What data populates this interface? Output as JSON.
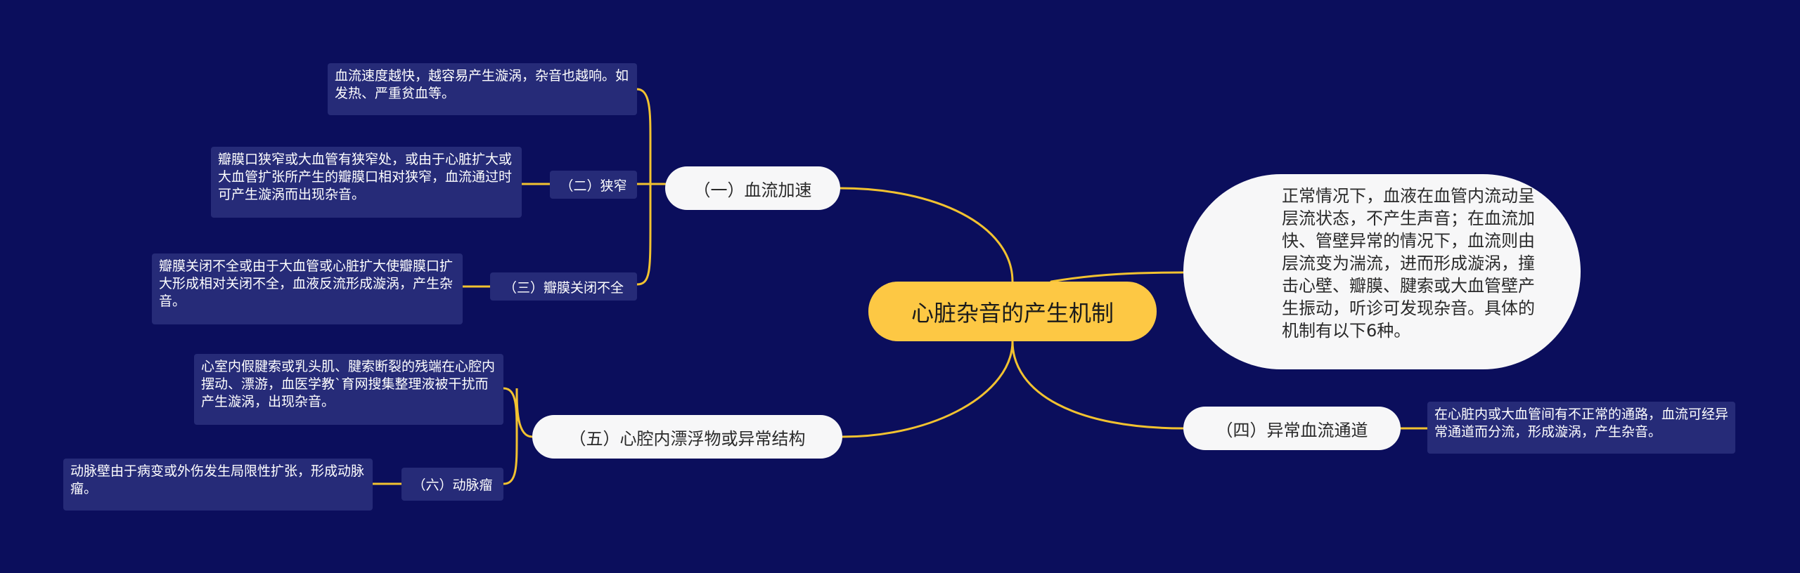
{
  "root": {
    "label": "心脏杂音的产生机制"
  },
  "intro": {
    "text": "正常情况下，血液在血管内流动呈层流状态，不产生声音；在血流加快、管壁异常的情况下，血流则由层流变为湍流，进而形成漩涡，撞击心壁、瓣膜、腱索或大血管壁产生振动，听诊可发现杂音。具体的机制有以下6种。"
  },
  "b1": {
    "label": "（一）血流加速",
    "desc": "血流速度越快，越容易产生漩涡，杂音也越响。如发热、严重贫血等。"
  },
  "b2": {
    "label": "（二）狭窄",
    "desc": "瓣膜口狭窄或大血管有狭窄处，或由于心脏扩大或大血管扩张所产生的瓣膜口相对狭窄，血流通过时可产生漩涡而出现杂音。"
  },
  "b3": {
    "label": "（三）瓣膜关闭不全",
    "desc": "瓣膜关闭不全或由于大血管或心脏扩大使瓣膜口扩大形成相对关闭不全，血液反流形成漩涡，产生杂音。"
  },
  "b4": {
    "label": "（四）异常血流通道",
    "desc": "在心脏内或大血管间有不正常的通路，血流可经异常通道而分流，形成漩涡，产生杂音。"
  },
  "b5": {
    "label": "（五）心腔内漂浮物或异常结构",
    "desc": "心室内假腱索或乳头肌、腱索断裂的残端在心腔内摆动、漂游，血医学教`育网搜集整理液被干扰而产生漩涡，出现杂音。"
  },
  "b6": {
    "label": "（六）动脉瘤",
    "desc": "动脉壁由于病变或外伤发生局限性扩张，形成动脉瘤。"
  },
  "colors": {
    "background": "#0b0e5c",
    "root": "#fdc844",
    "connector": "#f2c230",
    "card": "#262b78",
    "pill": "#f7f7f8"
  }
}
